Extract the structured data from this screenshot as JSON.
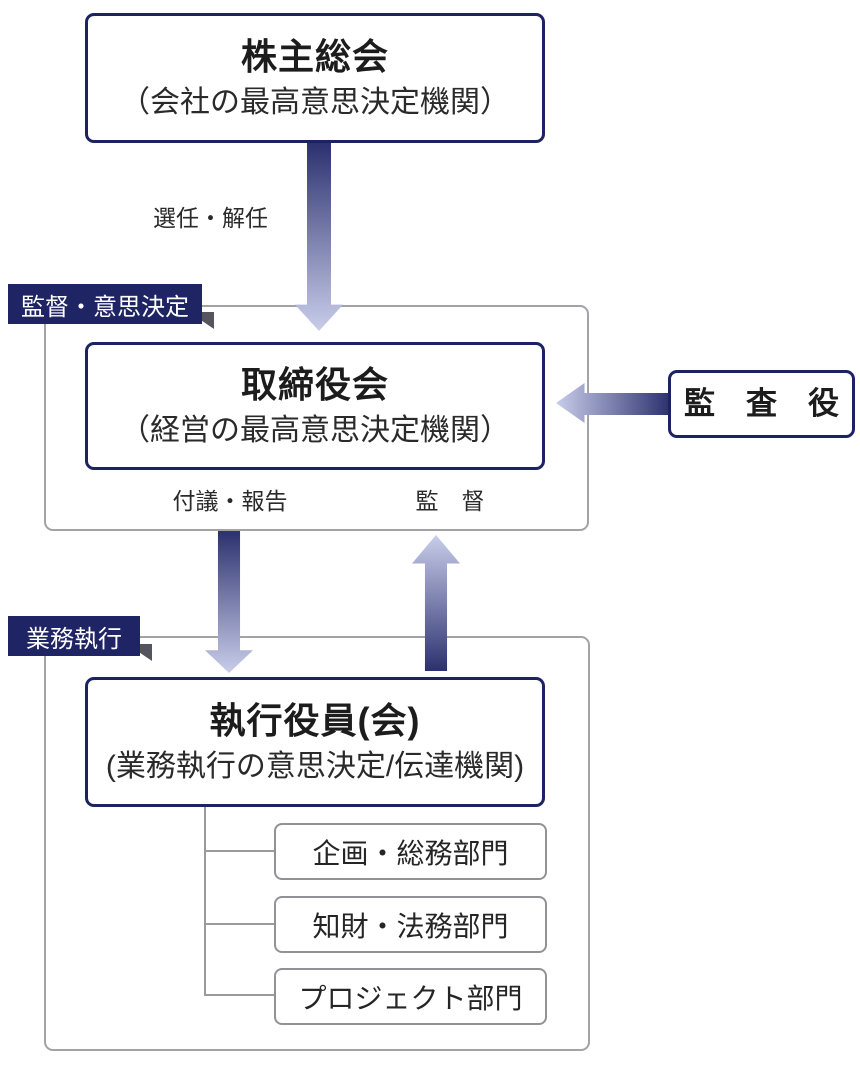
{
  "shareholders": {
    "title": "株主総会",
    "subtitle": "（会社の最高意思決定機関）"
  },
  "directors": {
    "title": "取締役会",
    "subtitle": "（経営の最高意思決定機関）"
  },
  "executives": {
    "title": "執行役員(会)",
    "subtitle": "(業務執行の意思決定/伝達機関)"
  },
  "auditor": {
    "title": "監　査　役"
  },
  "sections": {
    "supervision": {
      "tag": "監督・意思決定"
    },
    "execution": {
      "tag": "業務執行"
    }
  },
  "arrow_labels": {
    "appointment": "選任・解任",
    "submission": "付議・報告",
    "supervision": "監　督"
  },
  "departments": [
    "企画・総務部門",
    "知財・法務部門",
    "プロジェクト部門"
  ],
  "colors": {
    "navy_border": "#1d2263",
    "tag_background": "#1f2464",
    "arrow_dark": "#2c316f",
    "arrow_light": "#c9cdea",
    "section_border": "#a3a3a7",
    "fold_gray": "#54555e",
    "text": "#1f1f1f"
  }
}
